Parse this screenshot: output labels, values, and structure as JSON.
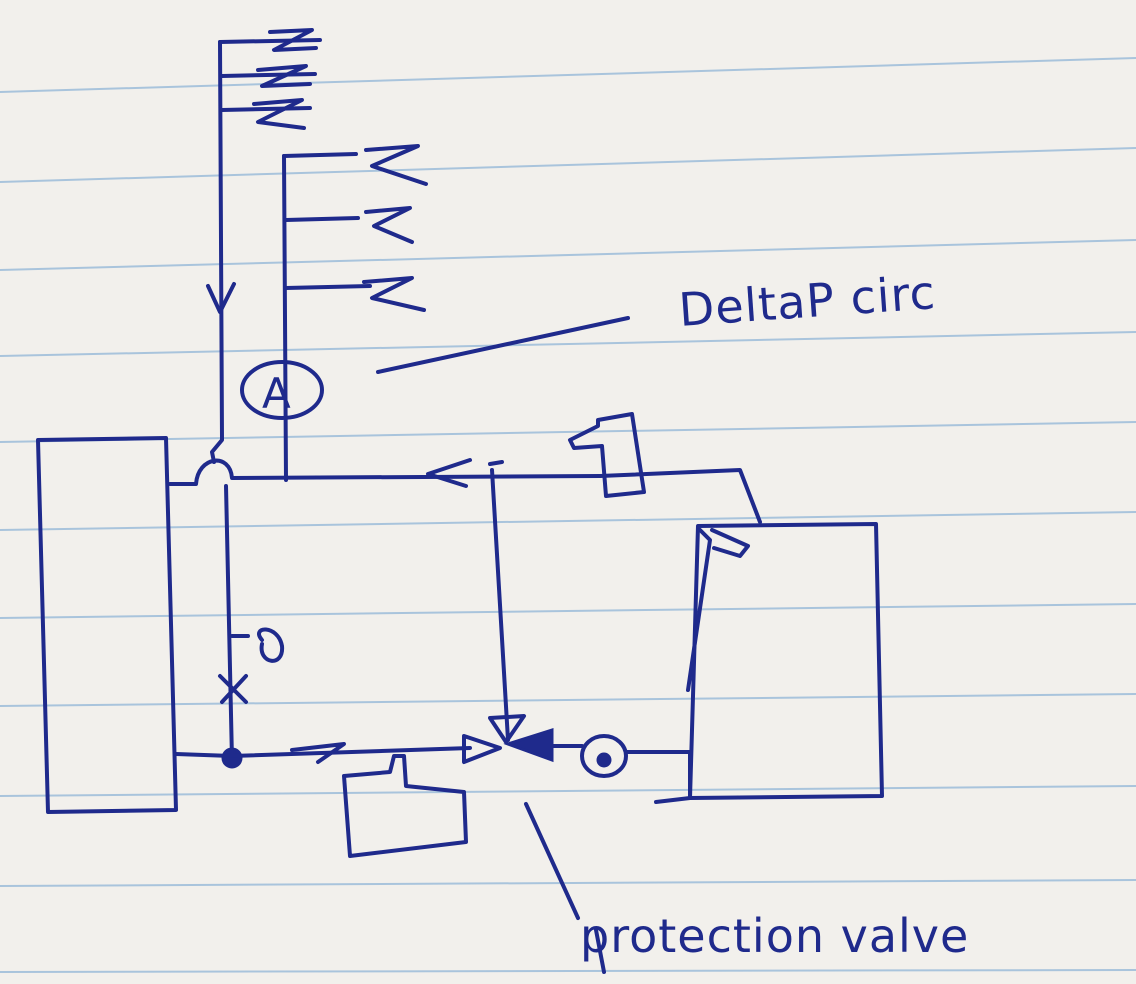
{
  "diagram": {
    "labels": {
      "delta_p_circ": "DeltaP circ",
      "protection_valve": "protection valve",
      "pump_symbol": "A"
    },
    "colors": {
      "paper": "#f2f0ec",
      "ink": "#1f2a8c",
      "ruled_line": "#a9c4dc"
    },
    "components": [
      "boiler",
      "storage-tank",
      "pump",
      "protection-valve",
      "expansion-vessel",
      "air-vent",
      "heating-circuit",
      "secondary-circuit"
    ]
  }
}
